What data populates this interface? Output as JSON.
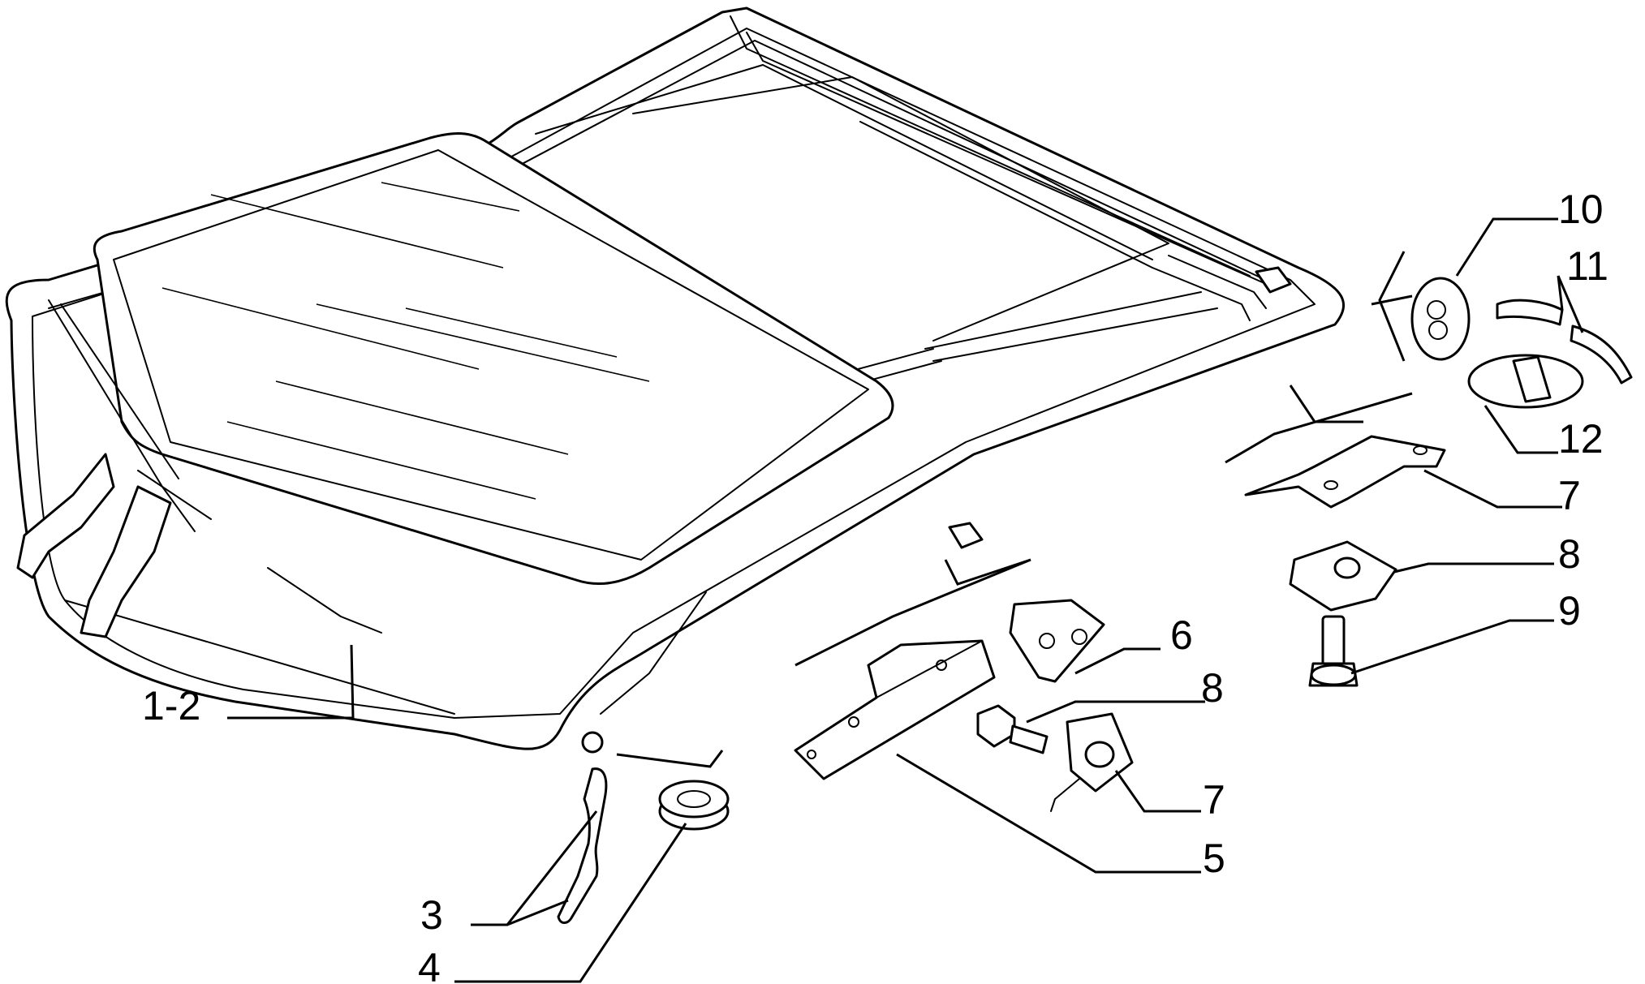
{
  "callouts": {
    "c1_2": "1-2",
    "c3": "3",
    "c4": "4",
    "c5": "5",
    "c6": "6",
    "c7a": "7",
    "c7b": "7",
    "c8a": "8",
    "c8b": "8",
    "c9": "9",
    "c10": "10",
    "c11": "11",
    "c12": "12"
  }
}
